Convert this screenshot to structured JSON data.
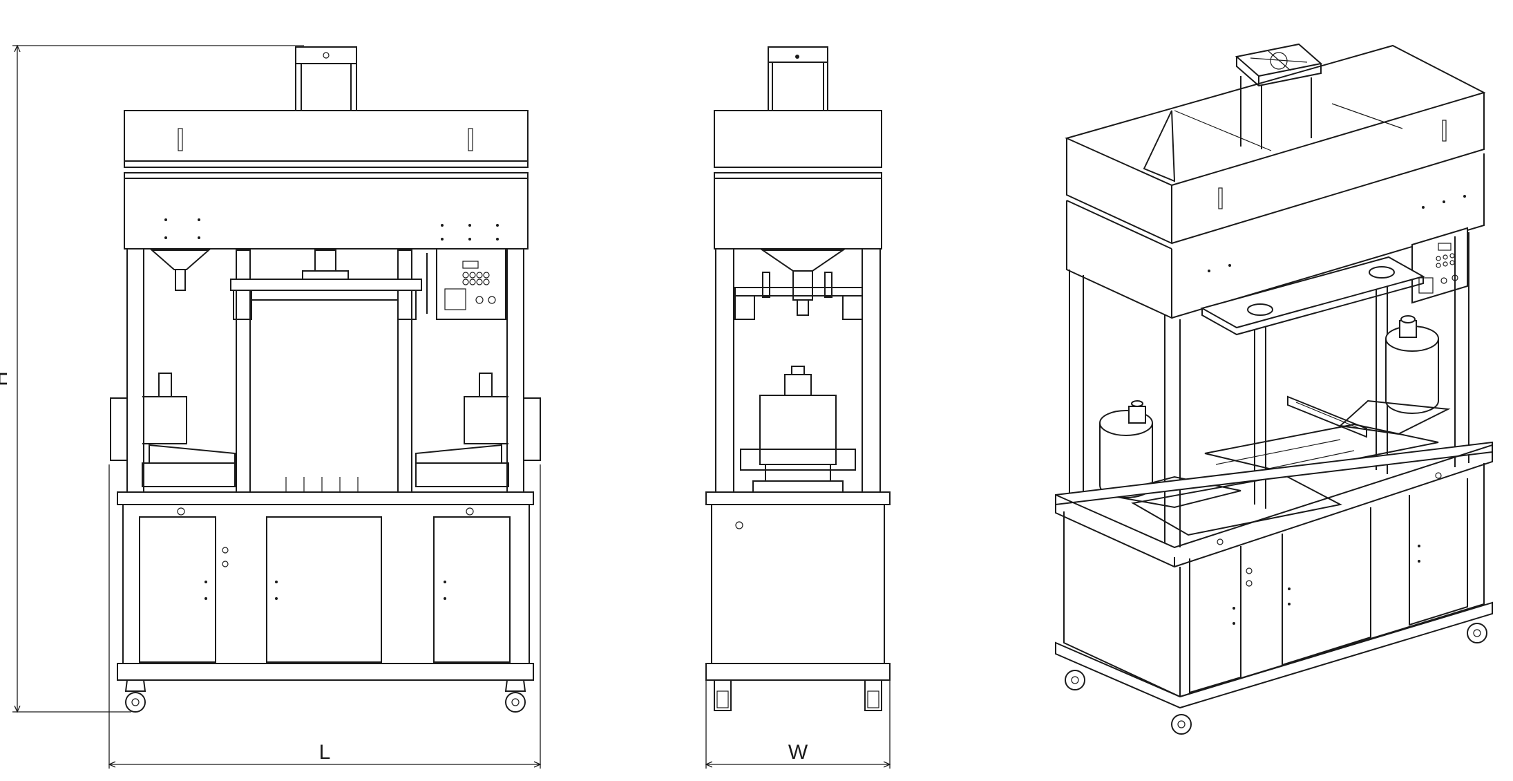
{
  "dimensions": {
    "height_label": "H",
    "length_label": "L",
    "width_label": "W"
  },
  "views": [
    {
      "name": "front-view"
    },
    {
      "name": "side-view"
    },
    {
      "name": "isometric-view"
    }
  ],
  "colors": {
    "line": "#1a1a1a",
    "background": "#ffffff"
  }
}
